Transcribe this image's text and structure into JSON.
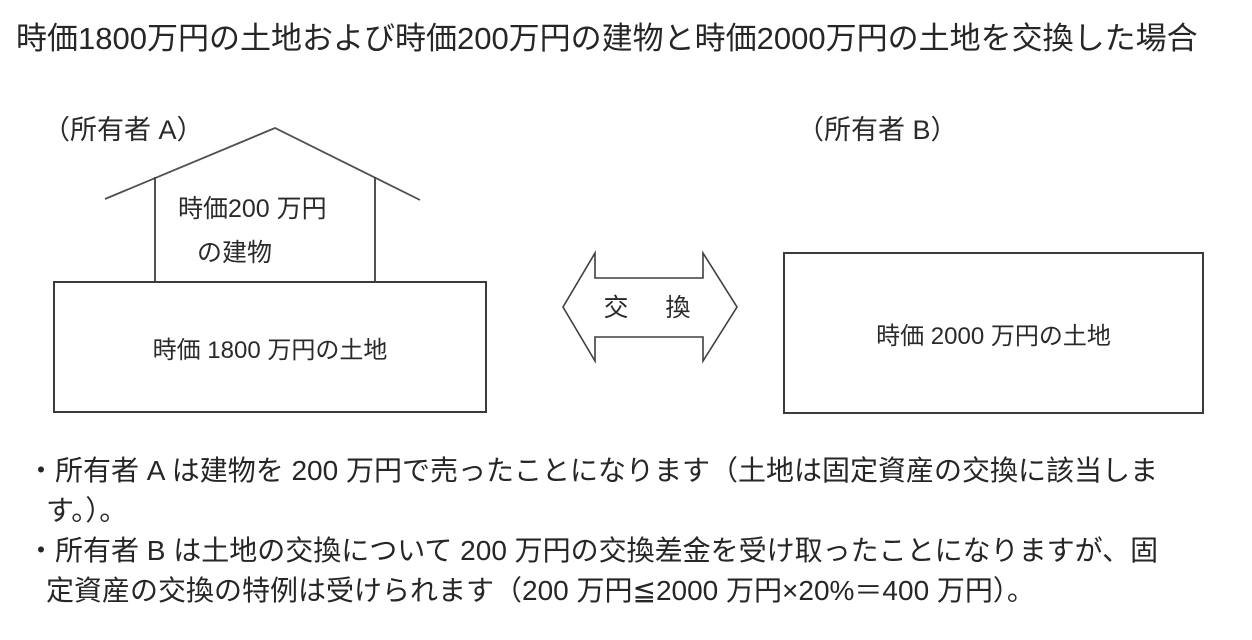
{
  "title": "時価1800万円の土地および時価200万円の建物と時価2000万円の土地を交換した場合",
  "diagram": {
    "owner_a_label": "（所有者 A）",
    "owner_b_label": "（所有者 B）",
    "building_label_line1": "時価200 万円",
    "building_label_line2": "の建物",
    "land_a_label": "時価 1800 万円の土地",
    "land_b_label": "時価 2000 万円の土地",
    "exchange_label": "交　換"
  },
  "notes": [
    "・所有者 A は建物を 200 万円で売ったことになります（土地は固定資産の交換に該当しま",
    "す。）。",
    "・所有者 B は土地の交換について 200 万円の交換差金を受け取ったことになりますが、固",
    "定資産の交換の特例は受けられます（200 万円≦2000 万円×20%＝400 万円）。"
  ],
  "colors": {
    "background": "#ffffff",
    "line": "#3f3f3f",
    "text": "#262626"
  }
}
